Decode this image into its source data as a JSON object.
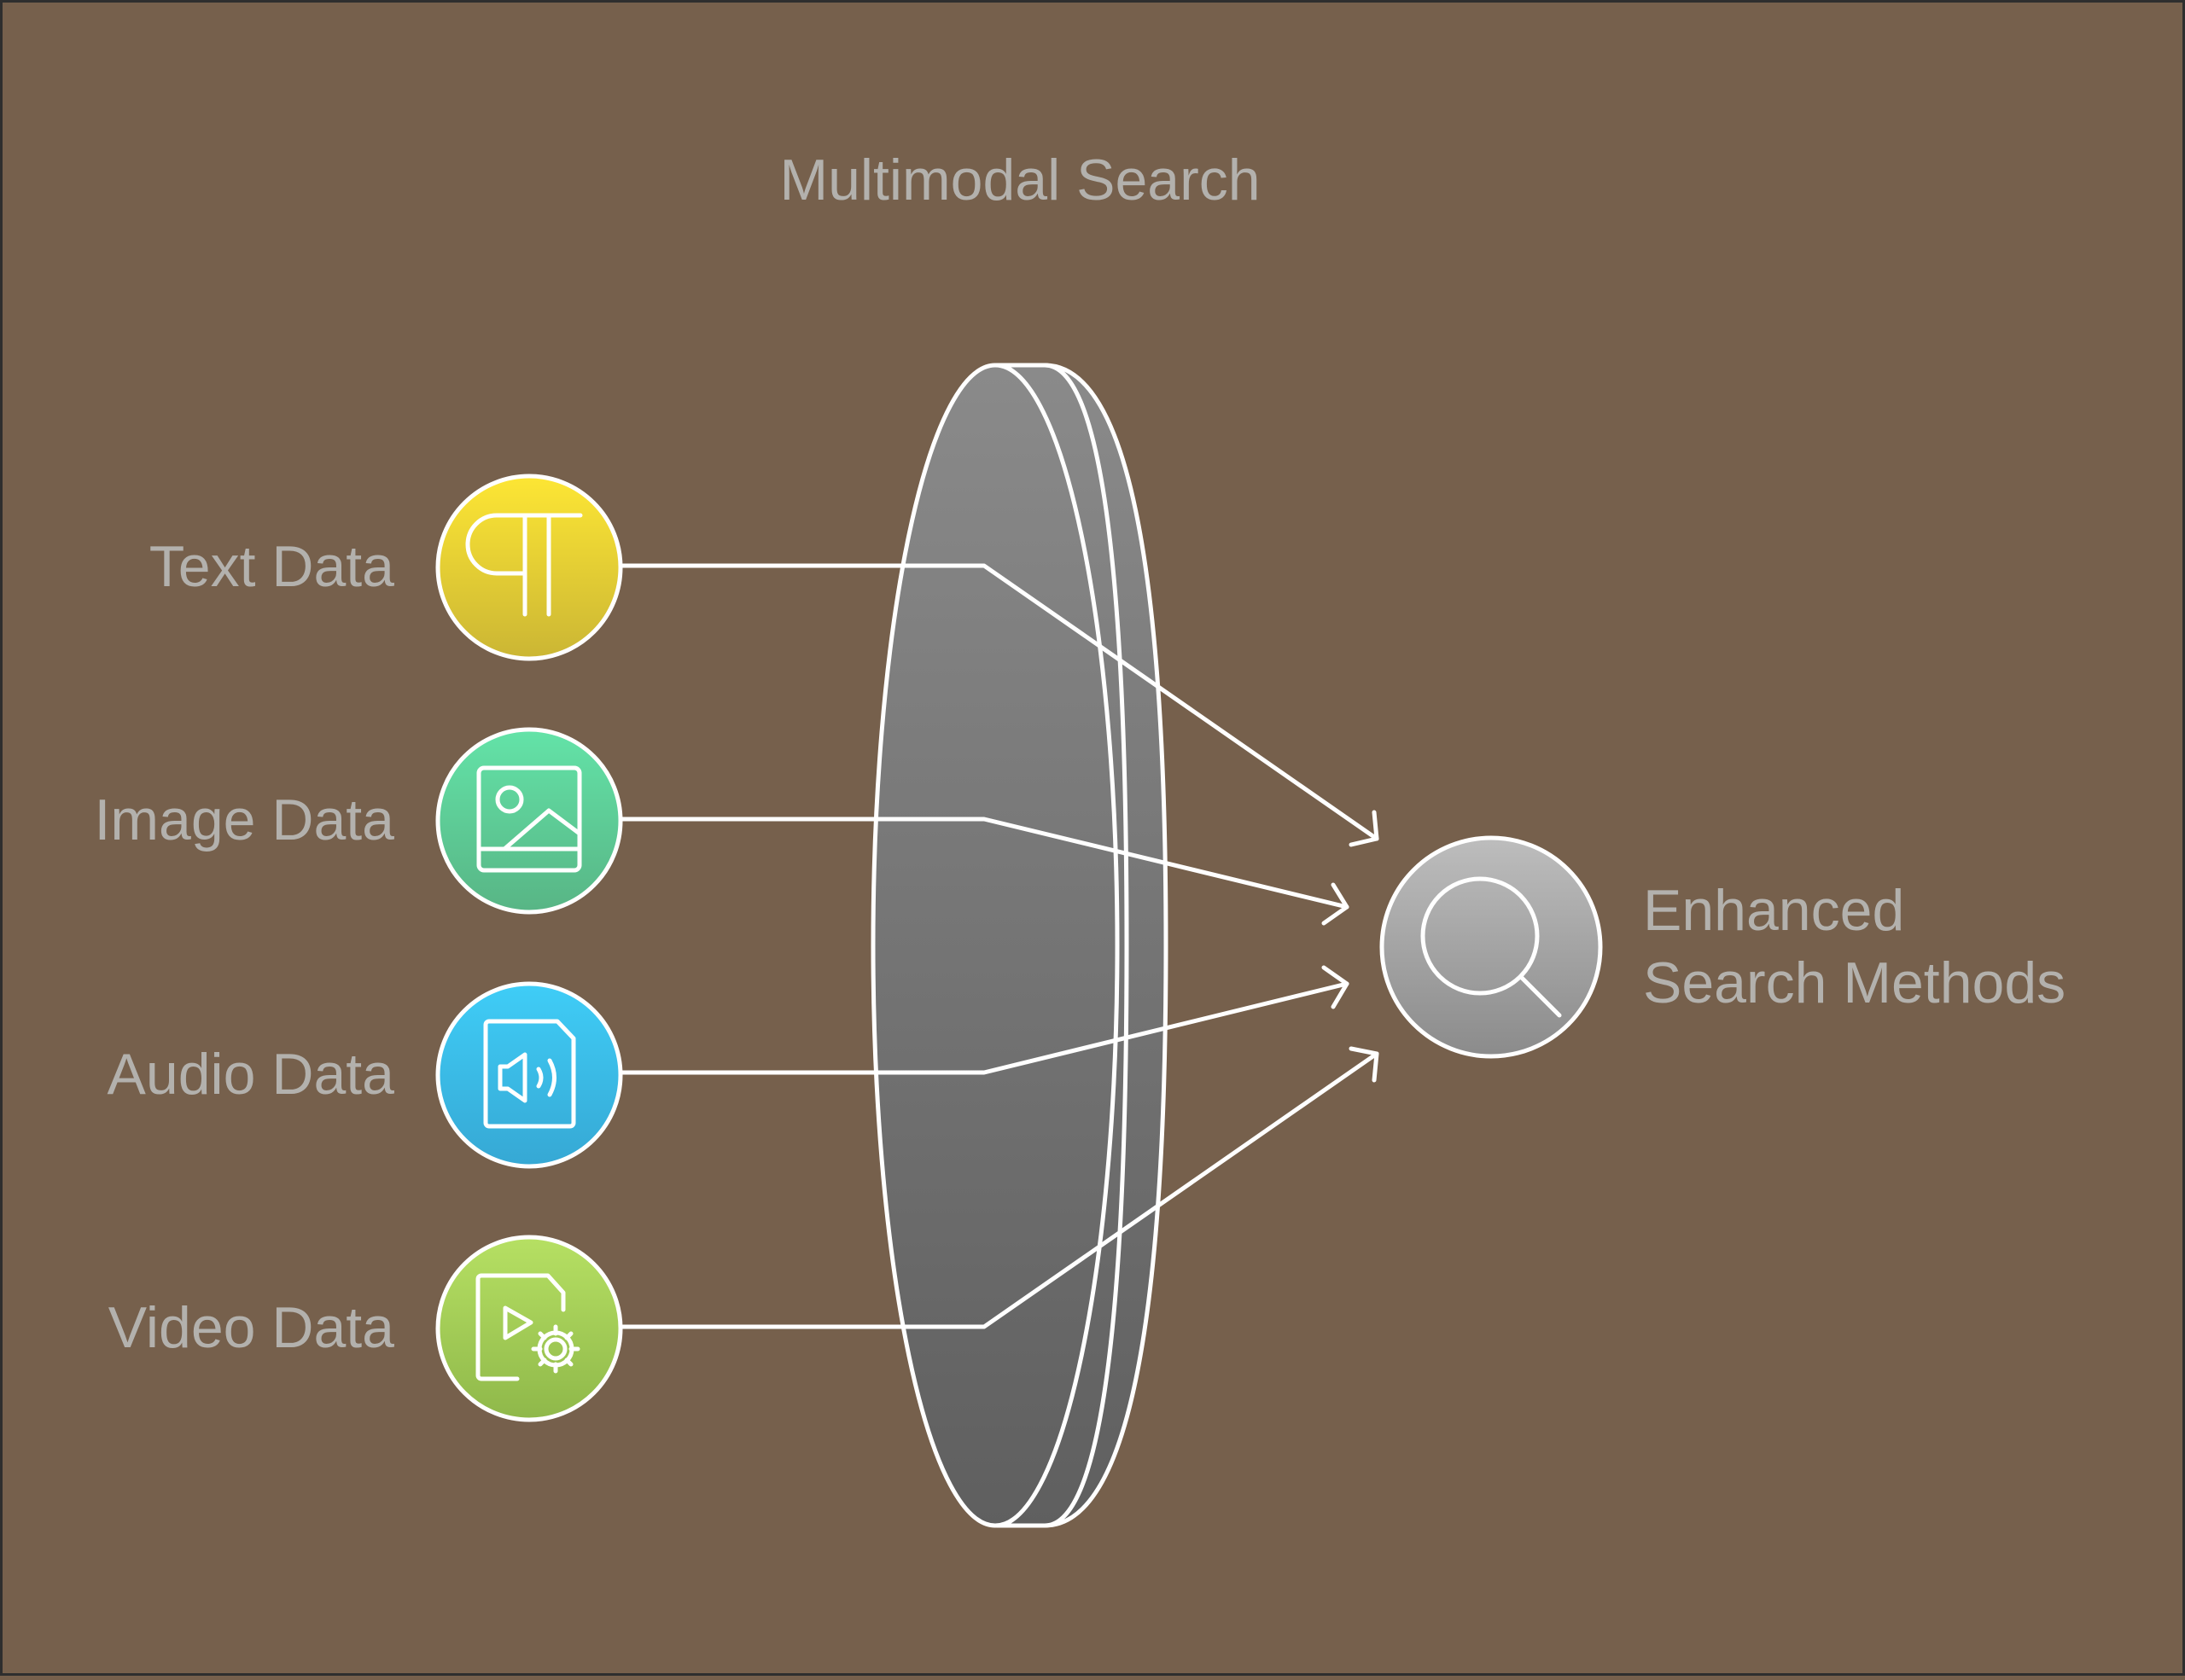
{
  "diagram": {
    "title": "Multimodal Search",
    "inputs": [
      {
        "id": "text",
        "label": "Text Data",
        "icon": "paragraph-icon",
        "gradient": [
          "#fde634",
          "#cbb634"
        ]
      },
      {
        "id": "image",
        "label": "Image Data",
        "icon": "image-icon",
        "gradient": [
          "#63e3a8",
          "#58b585"
        ]
      },
      {
        "id": "audio",
        "label": "Audio Data",
        "icon": "audio-file-icon",
        "gradient": [
          "#3fcdf7",
          "#36a8d4"
        ]
      },
      {
        "id": "video",
        "label": "Video Data",
        "icon": "video-file-settings-icon",
        "gradient": [
          "#b6e063",
          "#8fb84a"
        ]
      }
    ],
    "output": {
      "label_line1": "Enhanced",
      "label_line2": "Search Methods",
      "icon": "search-icon",
      "gradient": [
        "#bdbdbd",
        "#8b8b8b"
      ]
    },
    "lens": {
      "gradient": [
        "#8a8a8a",
        "#5f5f5f"
      ]
    },
    "colors": {
      "background": "#76604c",
      "stroke": "#ffffff",
      "text": "#b3b1ad"
    }
  }
}
